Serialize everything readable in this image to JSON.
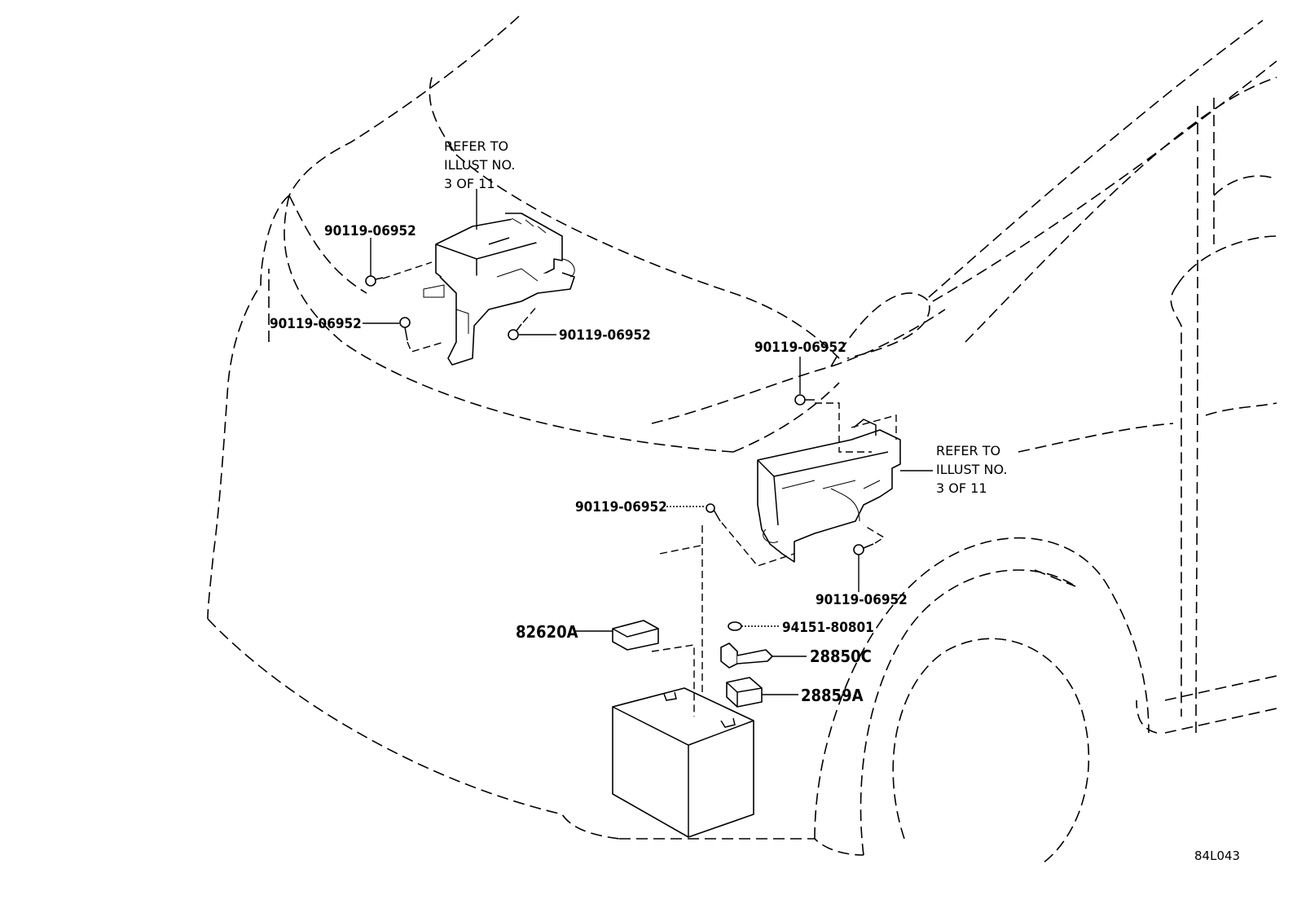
{
  "diagram": {
    "reference_id": "84L043",
    "notes": {
      "upper_left": [
        "REFER TO",
        "ILLUST NO.",
        "3 OF 11"
      ],
      "right": [
        "REFER TO",
        "ILLUST NO.",
        "3 OF 11"
      ]
    },
    "callouts": {
      "bolt_upper_a": "90119-06952",
      "bolt_upper_b": "90119-06952",
      "bolt_upper_c": "90119-06952",
      "bolt_center_top": "90119-06952",
      "bolt_center_left": "90119-06952",
      "bolt_center_right": "90119-06952",
      "nut": "94151-80801",
      "clamp_82620A": "82620A",
      "part_28850C": "28850C",
      "part_28859A": "28859A"
    }
  }
}
